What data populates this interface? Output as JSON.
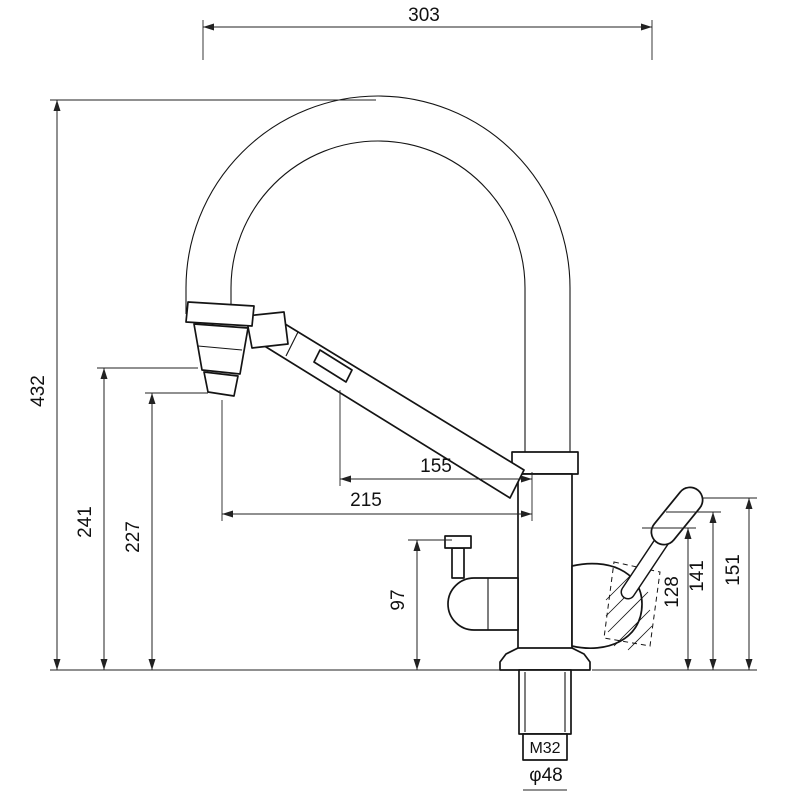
{
  "diagram": {
    "dimension_labels": {
      "top_width": "303",
      "overall_height": "432",
      "spray_head_height": "241",
      "spray_nozzle_height": "227",
      "spout_reach_inner": "155",
      "spout_reach_outer": "215",
      "filter_handle_height": "97",
      "lever_height_low": "128",
      "lever_height_mid": "141",
      "lever_height_high": "151",
      "thread_size": "M32",
      "base_diameter": "φ48"
    }
  }
}
